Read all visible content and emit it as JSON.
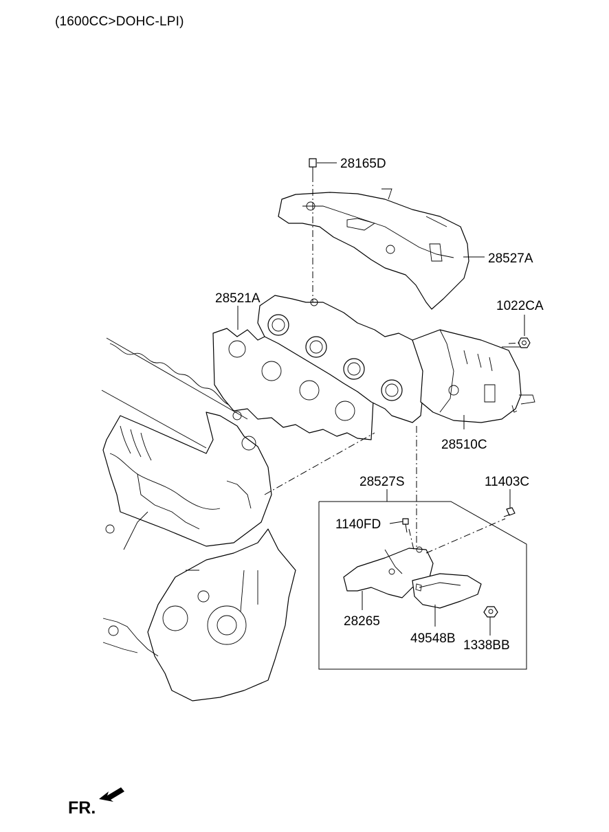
{
  "header": {
    "title": "(1600CC>DOHC-LPI)"
  },
  "labels": {
    "p28165D": "28165D",
    "p28527A": "28527A",
    "p28521A": "28521A",
    "p1022CA": "1022CA",
    "p28510C": "28510C",
    "p28527S": "28527S",
    "p11403C": "11403C",
    "p1140FD": "1140FD",
    "p28265": "28265",
    "p49548B": "49548B",
    "p1338BB": "1338BB"
  },
  "footer": {
    "direction": "FR.",
    "arrow_icon": "front-direction-arrow"
  }
}
